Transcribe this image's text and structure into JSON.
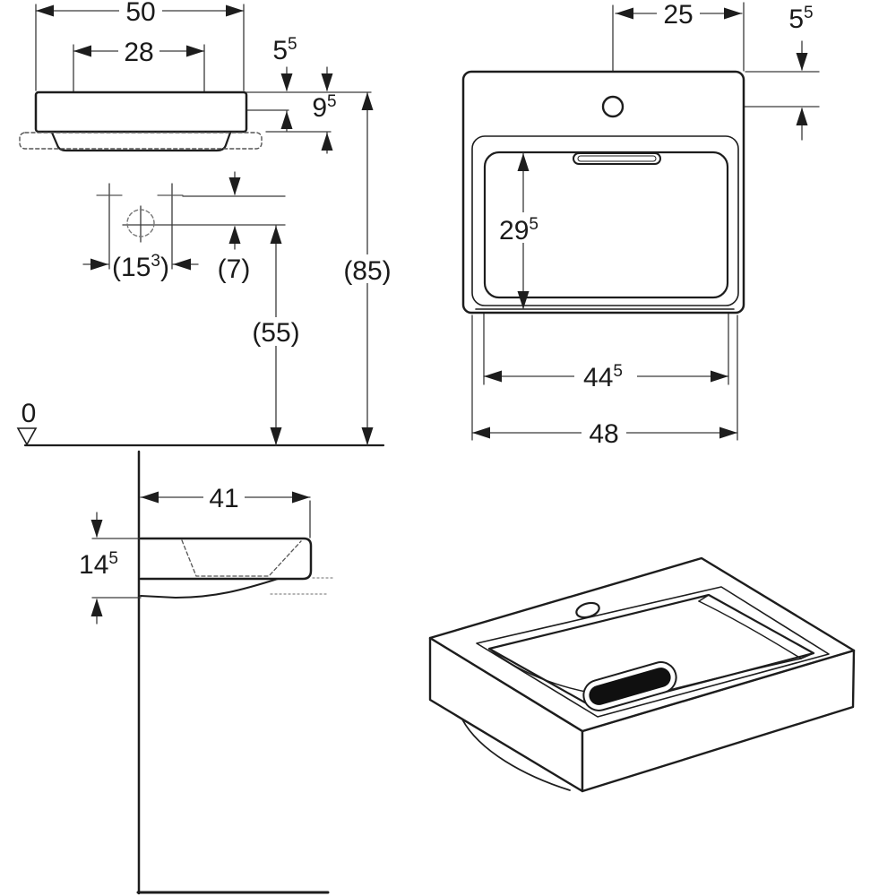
{
  "colors": {
    "object_line": "#1d1d1d",
    "dim_line": "#3a3a3a",
    "hidden_line": "#8a8a8a",
    "background": "#ffffff",
    "overflow_slot_fill": "#101010"
  },
  "views": {
    "front_elevation": {
      "dimensions": {
        "overall_width": {
          "pre": "50",
          "sup": "",
          "post": ""
        },
        "fixing_hole_spacing": {
          "pre": "28",
          "sup": "",
          "post": ""
        },
        "rim_to_fixing_holes": {
          "pre": "5",
          "sup": "5",
          "post": ""
        },
        "apron_height": {
          "pre": "9",
          "sup": "5",
          "post": ""
        },
        "rim_height_above_floor": {
          "pre": "(85)",
          "sup": "",
          "post": ""
        },
        "supply_spacing": {
          "pre": "(15",
          "sup": "3",
          "post": ")"
        },
        "supply_to_drain": {
          "pre": "(7)",
          "sup": "",
          "post": ""
        },
        "drain_height_above_floor": {
          "pre": "(55)",
          "sup": "",
          "post": ""
        },
        "floor_datum": {
          "pre": "0",
          "sup": "",
          "post": ""
        }
      }
    },
    "plan": {
      "dimensions": {
        "tap_hole_to_side": {
          "pre": "25",
          "sup": "",
          "post": ""
        },
        "rear_edge_to_tap_hole": {
          "pre": "5",
          "sup": "5",
          "post": ""
        },
        "bowl_depth": {
          "pre": "29",
          "sup": "5",
          "post": ""
        },
        "bowl_width": {
          "pre": "44",
          "sup": "5",
          "post": ""
        },
        "front_width": {
          "pre": "48",
          "sup": "",
          "post": ""
        }
      }
    },
    "side_section": {
      "dimensions": {
        "projection": {
          "pre": "41",
          "sup": "",
          "post": ""
        },
        "body_height": {
          "pre": "14",
          "sup": "5",
          "post": ""
        }
      }
    }
  }
}
